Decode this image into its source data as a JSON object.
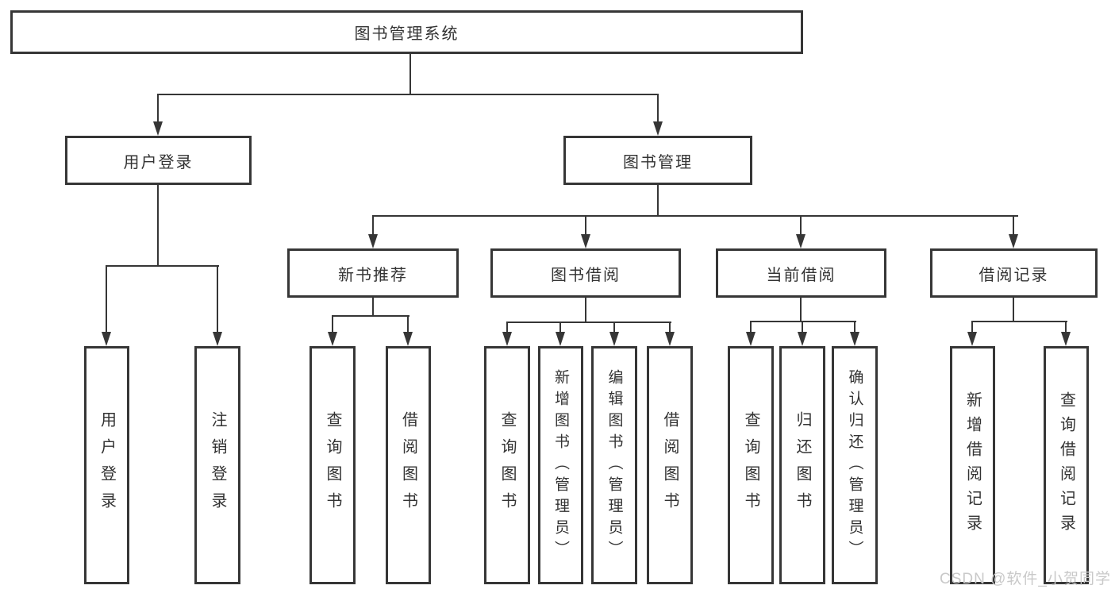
{
  "diagram": {
    "root": {
      "label": "图书管理系统"
    },
    "branches": [
      {
        "label": "用户登录",
        "children": [
          {
            "label": "用户登录"
          },
          {
            "label": "注销登录"
          }
        ]
      },
      {
        "label": "图书管理",
        "children": [
          {
            "label": "新书推荐",
            "children": [
              {
                "label": "查询图书"
              },
              {
                "label": "借阅图书"
              }
            ]
          },
          {
            "label": "图书借阅",
            "children": [
              {
                "label": "查询图书"
              },
              {
                "label": "新增图书（管理员）"
              },
              {
                "label": "编辑图书（管理员）"
              },
              {
                "label": "借阅图书"
              }
            ]
          },
          {
            "label": "当前借阅",
            "children": [
              {
                "label": "查询图书"
              },
              {
                "label": "归还图书"
              },
              {
                "label": "确认归还（管理员）"
              }
            ]
          },
          {
            "label": "借阅记录",
            "children": [
              {
                "label": "新增借阅记录"
              },
              {
                "label": "查询借阅记录"
              }
            ]
          }
        ]
      }
    ]
  },
  "watermark": {
    "text": "CSDN @软件_小贺同学"
  },
  "colors": {
    "line": "#363636",
    "text": "#333333",
    "watermark": "#c9c9c9",
    "background": "#ffffff"
  }
}
